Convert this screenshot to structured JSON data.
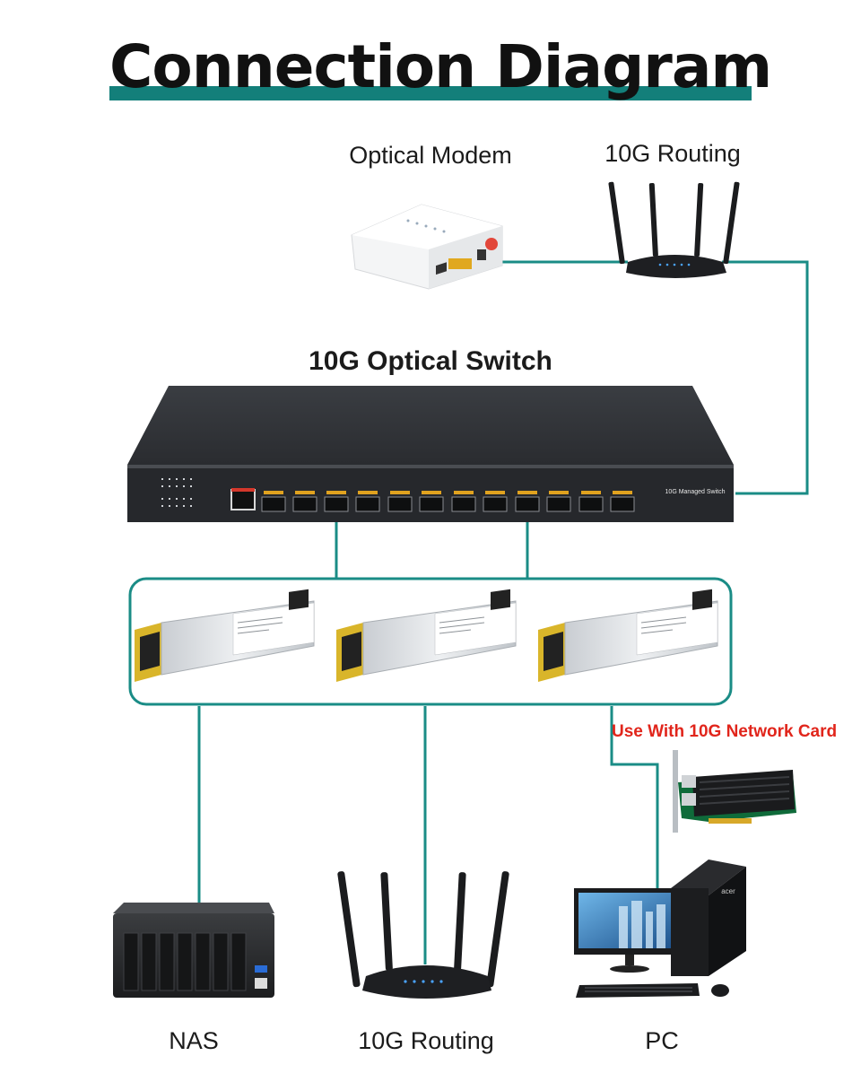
{
  "title": "Connection Diagram",
  "colors": {
    "line": "#1a8c86",
    "title_bar": "#137f7a",
    "note": "#e1251b"
  },
  "nodes": {
    "optical_modem": "Optical Modem",
    "top_router": "10G Routing",
    "switch": "10G Optical Switch",
    "switch_panel_text": "10G Managed Switch",
    "nas": "NAS",
    "bottom_router": "10G Routing",
    "pc": "PC",
    "network_card_note": "Use With 10G Network Card",
    "monitor_brand": "acer"
  }
}
